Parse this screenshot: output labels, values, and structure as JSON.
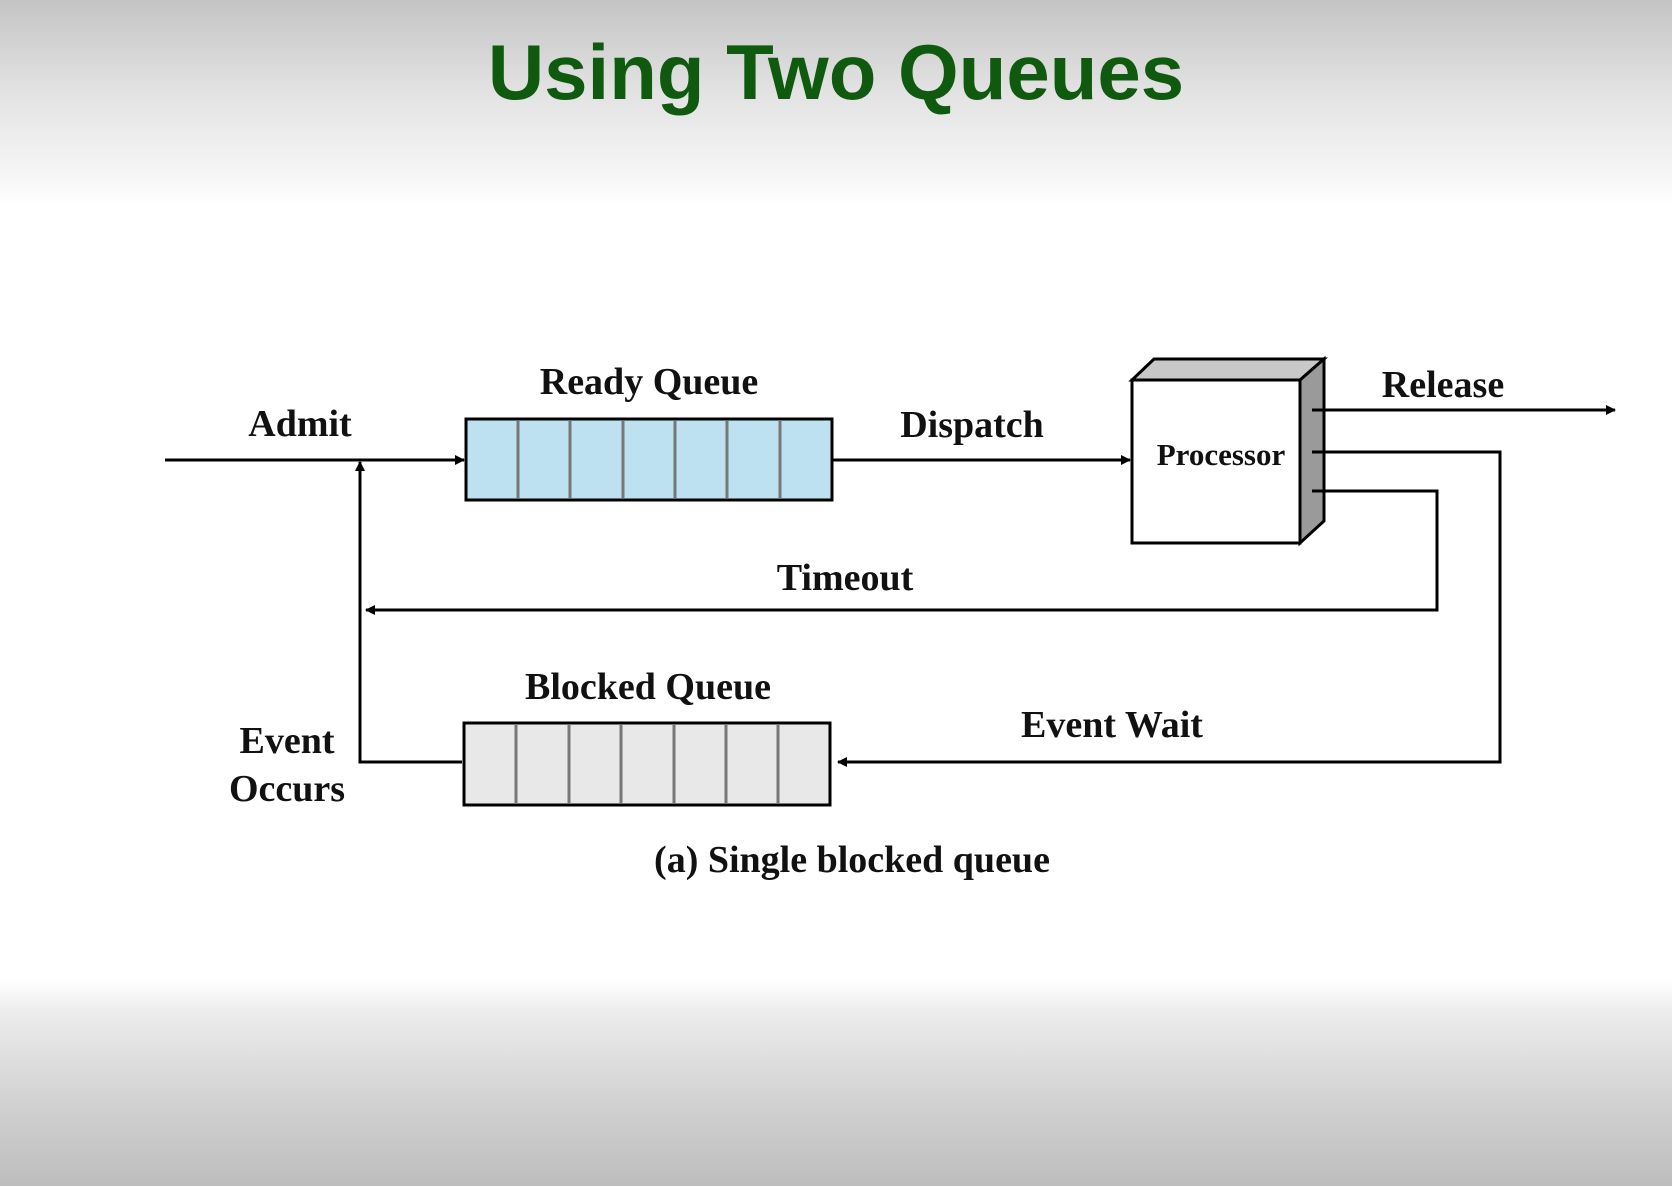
{
  "title": "Using Two Queues",
  "labels": {
    "admit": "Admit",
    "ready_queue": "Ready Queue",
    "dispatch": "Dispatch",
    "processor": "Processor",
    "release": "Release",
    "timeout": "Timeout",
    "blocked_queue": "Blocked Queue",
    "event_wait": "Event Wait",
    "event_occurs_line1": "Event",
    "event_occurs_line2": "Occurs"
  },
  "caption": "(a) Single blocked queue",
  "colors": {
    "title": "#0f5a0f",
    "ready_queue_fill": "#bde1f0",
    "blocked_queue_fill": "#e8e8e8",
    "processor_side": "#9a9a9a",
    "processor_top": "#c8c8c8"
  }
}
